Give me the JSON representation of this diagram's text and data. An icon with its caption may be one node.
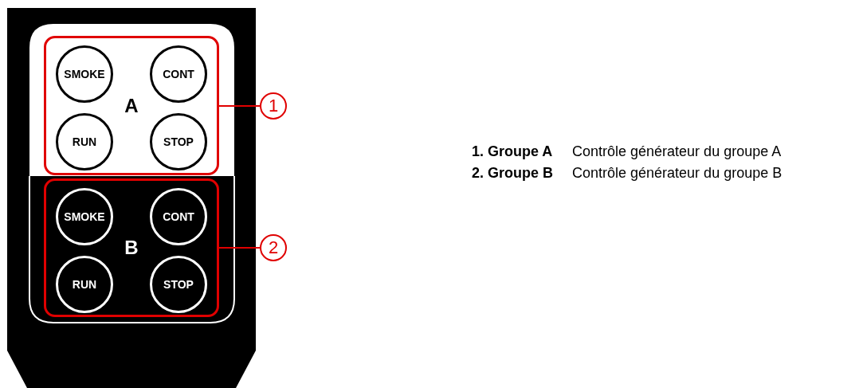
{
  "diagram": {
    "nodes": [
      {
        "text": [
          "A"
        ]
      },
      {
        "text": [
          "SMOKE"
        ],
        "in": 0
      },
      {
        "text": [
          "CONT"
        ],
        "in": 0
      },
      {
        "text": [
          "RUN"
        ],
        "in": 0
      },
      {
        "text": [
          "STOP"
        ],
        "in": 0
      },
      {
        "text": [
          "B"
        ]
      },
      {
        "text": [
          "SMOKE"
        ],
        "in": 5
      },
      {
        "text": [
          "CONT"
        ],
        "in": 5
      },
      {
        "text": [
          "RUN"
        ],
        "in": 5
      },
      {
        "text": [
          "STOP"
        ],
        "in": 5
      },
      {
        "text": [
          "1"
        ]
      },
      {
        "text": [
          "2"
        ]
      }
    ],
    "edges": [
      {
        "from": 10,
        "to": 0,
        "arrow": "none"
      },
      {
        "from": 11,
        "to": 5,
        "arrow": "none"
      }
    ],
    "labels": [
      "1. Groupe A",
      "Contrôle générateur du groupe A",
      "2. Groupe B",
      "Contrôle générateur du groupe B"
    ]
  }
}
